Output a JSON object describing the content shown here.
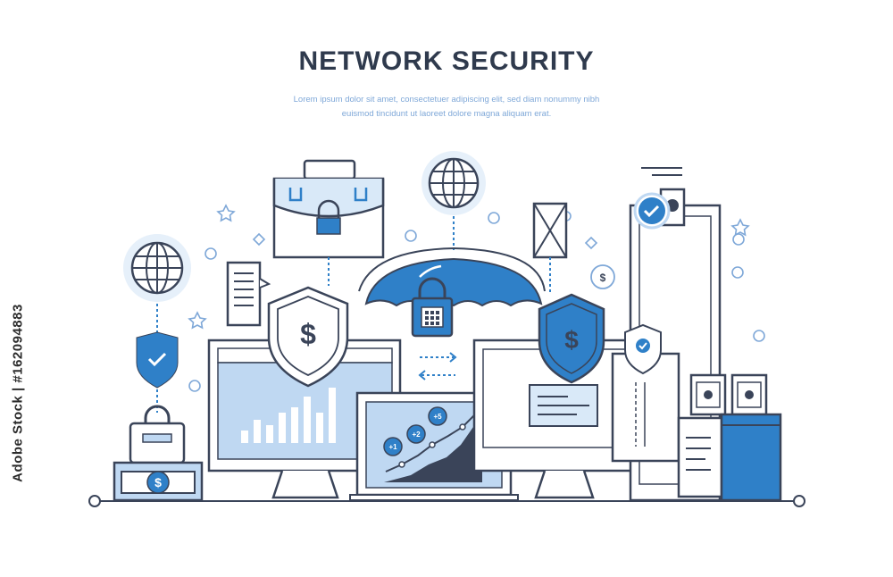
{
  "header": {
    "title": "NETWORK SECURITY",
    "subtitle_line1": "Lorem ipsum dolor sit amet, consectetuer adipiscing elit, sed diam nonummy nibh",
    "subtitle_line2": "euismod tincidunt ut laoreet dolore magna aliquam erat."
  },
  "watermark": {
    "text": "Adobe Stock | #162094883"
  },
  "chart_badges": [
    "+1",
    "+2",
    "+5"
  ],
  "currency_symbol": "$",
  "colors": {
    "outline": "#3a4459",
    "accent_blue": "#2f80c8",
    "light_blue": "#bfd8f2",
    "pale_blue": "#d9e9f8",
    "title": "#2f3a4d"
  }
}
